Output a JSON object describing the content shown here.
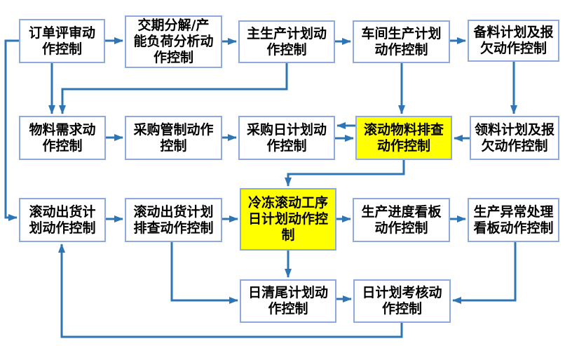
{
  "diagram": {
    "type": "flowchart",
    "colors": {
      "box_border": "#8EA9DB",
      "box_fill": "#FFFFFF",
      "highlight_fill": "#FFFF00",
      "arrow": "#2E75B6",
      "text": "#000000",
      "background": "#FFFFFF"
    },
    "nodes": [
      {
        "id": "order-review",
        "label": "订单评审动\n作控制",
        "highlighted": false
      },
      {
        "id": "delivery-breakdown-capacity-analysis",
        "label": "交期分解/产\n能负荷分析动\n作控制",
        "highlighted": false
      },
      {
        "id": "master-production-plan",
        "label": "主生产计划动\n作控制",
        "highlighted": false
      },
      {
        "id": "workshop-production-plan",
        "label": "车间生产计划\n动作控制",
        "highlighted": false
      },
      {
        "id": "material-prep-plan-shortage",
        "label": "备料计划及报\n欠动作控制",
        "highlighted": false
      },
      {
        "id": "material-requirement",
        "label": "物料需求动\n作控制",
        "highlighted": false
      },
      {
        "id": "purchase-control",
        "label": "采购管制动作\n控制",
        "highlighted": false
      },
      {
        "id": "purchase-daily-plan",
        "label": "采购日计划动\n作控制",
        "highlighted": false
      },
      {
        "id": "rolling-material-check",
        "label": "滚动物料排查\n动作控制",
        "highlighted": true
      },
      {
        "id": "picking-plan-shortage",
        "label": "领料计划及报\n欠动作控制",
        "highlighted": false
      },
      {
        "id": "rolling-shipment-plan",
        "label": "滚动出货计\n划动作控制",
        "highlighted": false
      },
      {
        "id": "rolling-shipment-plan-check",
        "label": "滚动出货计划\n排查动作控制",
        "highlighted": false
      },
      {
        "id": "frozen-rolling-process-daily-plan",
        "label": "冷冻滚动工序\n日计划动作控\n制",
        "highlighted": true
      },
      {
        "id": "production-progress-board",
        "label": "生产进度看板\n动作控制",
        "highlighted": false
      },
      {
        "id": "production-exception-board",
        "label": "生产异常处理\n看板动作控制",
        "highlighted": false
      },
      {
        "id": "daily-tail-clearing-plan",
        "label": "日清尾计划动\n作控制",
        "highlighted": false
      },
      {
        "id": "daily-plan-assessment",
        "label": "日计划考核动\n作控制",
        "highlighted": false
      }
    ],
    "edges": [
      {
        "from": "order-review",
        "to": "delivery-breakdown-capacity-analysis"
      },
      {
        "from": "delivery-breakdown-capacity-analysis",
        "to": "master-production-plan"
      },
      {
        "from": "master-production-plan",
        "to": "workshop-production-plan"
      },
      {
        "from": "workshop-production-plan",
        "to": "material-prep-plan-shortage"
      },
      {
        "from": "order-review",
        "to": "material-requirement"
      },
      {
        "from": "master-production-plan",
        "to": "material-requirement"
      },
      {
        "from": "workshop-production-plan",
        "to": "rolling-material-check"
      },
      {
        "from": "material-prep-plan-shortage",
        "to": "picking-plan-shortage"
      },
      {
        "from": "material-requirement",
        "to": "purchase-control"
      },
      {
        "from": "purchase-control",
        "to": "purchase-daily-plan"
      },
      {
        "from": "rolling-material-check",
        "to": "purchase-daily-plan"
      },
      {
        "from": "purchase-daily-plan",
        "to": "rolling-material-check"
      },
      {
        "from": "picking-plan-shortage",
        "to": "rolling-material-check"
      },
      {
        "from": "rolling-material-check",
        "to": "frozen-rolling-process-daily-plan"
      },
      {
        "from": "order-review",
        "to": "rolling-shipment-plan"
      },
      {
        "from": "rolling-shipment-plan",
        "to": "rolling-shipment-plan-check"
      },
      {
        "from": "rolling-shipment-plan-check",
        "to": "frozen-rolling-process-daily-plan"
      },
      {
        "from": "frozen-rolling-process-daily-plan",
        "to": "production-progress-board"
      },
      {
        "from": "production-progress-board",
        "to": "production-exception-board"
      },
      {
        "from": "frozen-rolling-process-daily-plan",
        "to": "daily-tail-clearing-plan"
      },
      {
        "from": "rolling-shipment-plan-check",
        "to": "daily-tail-clearing-plan"
      },
      {
        "from": "daily-tail-clearing-plan",
        "to": "daily-plan-assessment"
      },
      {
        "from": "production-exception-board",
        "to": "daily-plan-assessment"
      },
      {
        "from": "daily-plan-assessment",
        "to": "rolling-shipment-plan"
      }
    ]
  }
}
